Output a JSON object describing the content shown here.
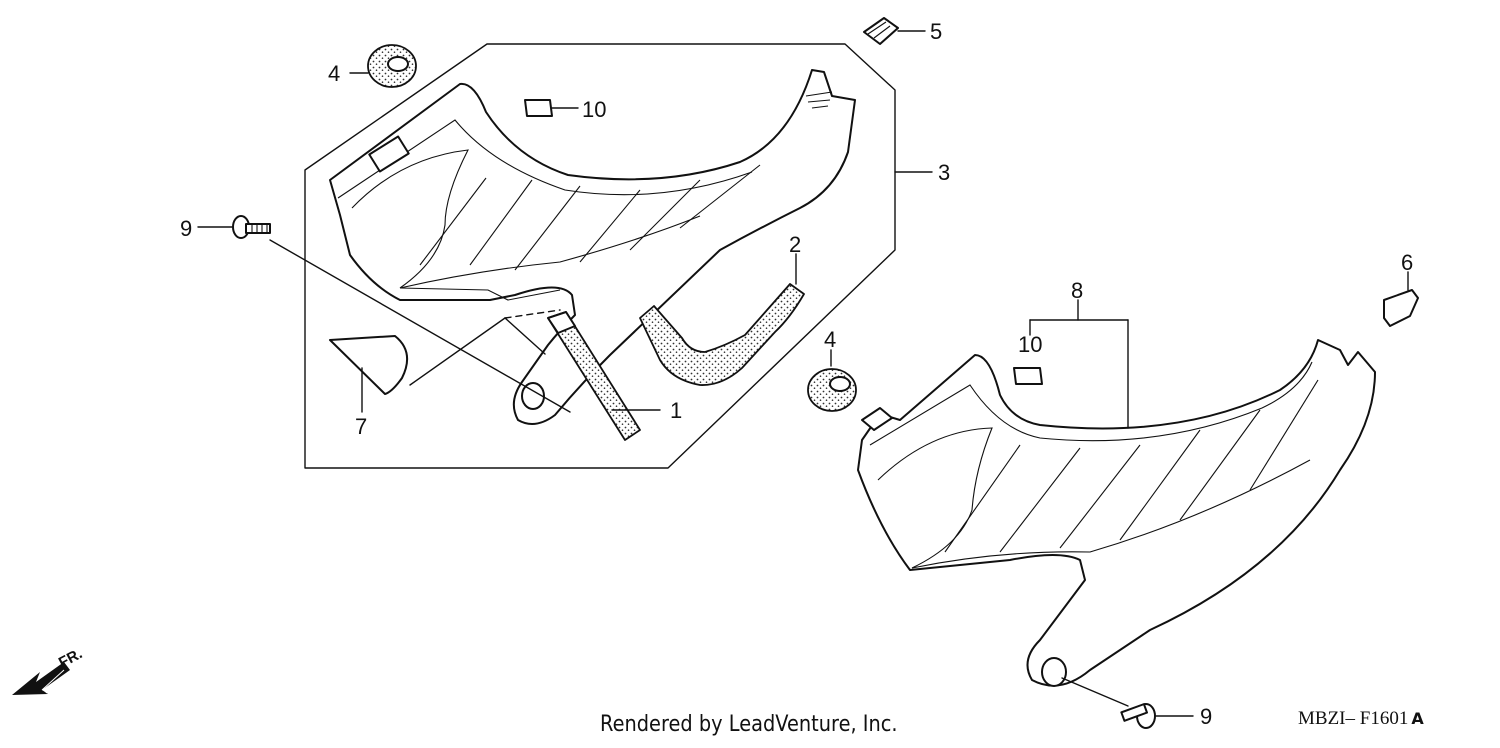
{
  "diagram": {
    "callouts": {
      "c1": "1",
      "c2": "2",
      "c3": "3",
      "c4a": "4",
      "c4b": "4",
      "c5": "5",
      "c6": "6",
      "c7": "7",
      "c8": "8",
      "c9a": "9",
      "c9b": "9",
      "c10a": "10",
      "c10b": "10"
    },
    "direction_label": "FR.",
    "credit": "Rendered by LeadVenture, Inc.",
    "code": "MBZI– F1601",
    "code_suffix": "A"
  }
}
